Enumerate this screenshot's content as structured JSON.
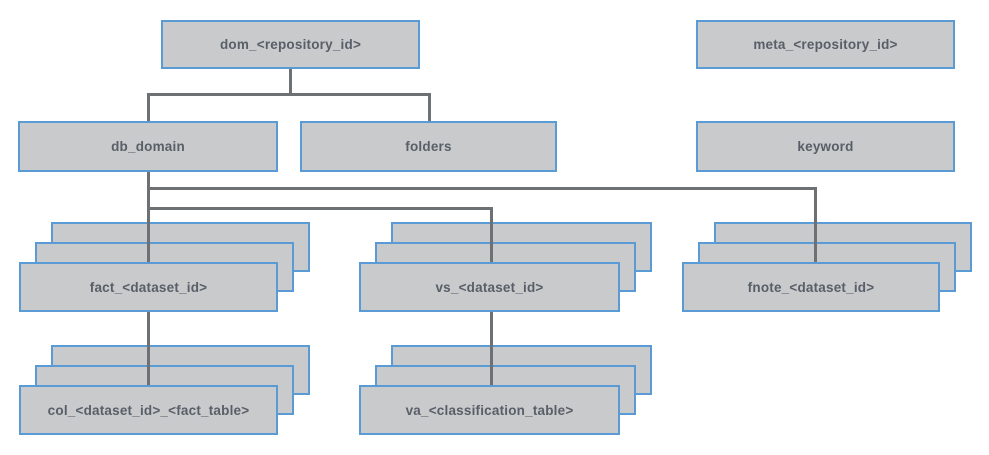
{
  "diagram": {
    "description": "Database repository schema hierarchy diagram",
    "colors": {
      "box_fill": "#c8cacc",
      "box_border": "#5b9bd5",
      "connector": "#6e7173",
      "label_text": "#595f68",
      "background": "#ffffff"
    },
    "nodes": {
      "dom": {
        "label": "dom_<repository_id>",
        "stacked": false
      },
      "meta": {
        "label": "meta_<repository_id>",
        "stacked": false
      },
      "db_domain": {
        "label": "db_domain",
        "stacked": false
      },
      "folders": {
        "label": "folders",
        "stacked": false
      },
      "keyword": {
        "label": "keyword",
        "stacked": false
      },
      "fact": {
        "label": "fact_<dataset_id>",
        "stacked": true
      },
      "vs": {
        "label": "vs_<dataset_id>",
        "stacked": true
      },
      "fnote": {
        "label": "fnote_<dataset_id>",
        "stacked": true
      },
      "col": {
        "label": "col_<dataset_id>_<fact_table>",
        "stacked": true
      },
      "va": {
        "label": "va_<classification_table>",
        "stacked": true
      }
    },
    "edges": [
      {
        "from": "dom_<repository_id>",
        "to": "db_domain"
      },
      {
        "from": "dom_<repository_id>",
        "to": "folders"
      },
      {
        "from": "db_domain",
        "to": "fact_<dataset_id>"
      },
      {
        "from": "db_domain",
        "to": "vs_<dataset_id>"
      },
      {
        "from": "db_domain",
        "to": "fnote_<dataset_id>"
      },
      {
        "from": "fact_<dataset_id>",
        "to": "col_<dataset_id>_<fact_table>"
      },
      {
        "from": "vs_<dataset_id>",
        "to": "va_<classification_table>"
      }
    ]
  }
}
